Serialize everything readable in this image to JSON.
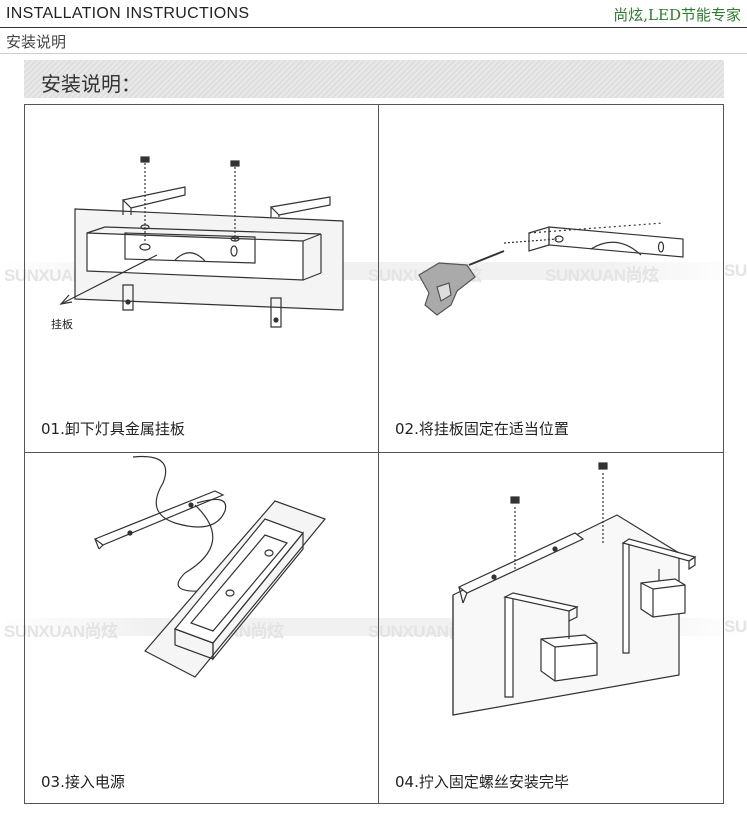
{
  "header": {
    "title": "INSTALLATION INSTRUCTIONS",
    "brand": "尚炫,LED节能专家",
    "subtitle": "安装说明"
  },
  "banner": {
    "title": "安装说明："
  },
  "watermark": {
    "text": "SUNXUAN尚炫",
    "edge": "SU"
  },
  "panels": [
    {
      "caption": "01.卸下灯具金属挂板",
      "part_label": "挂板"
    },
    {
      "caption": "02.将挂板固定在适当位置"
    },
    {
      "caption": "03.接入电源"
    },
    {
      "caption": "04.拧入固定螺丝安装完毕"
    }
  ],
  "colors": {
    "brand": "#2d7d2d",
    "line": "#333333",
    "watermark": "#e4e4e4"
  }
}
